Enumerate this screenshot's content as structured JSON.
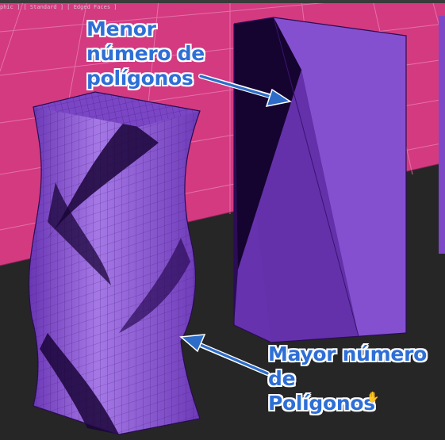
{
  "viewport": {
    "label": "phic ] [ Standard ] [ Edged Faces ]",
    "colors": {
      "grid_plane": "#d43a80",
      "grid_line": "#e67ab0",
      "floor": "#262626",
      "object_light": "#a06ee0",
      "object_mid": "#7e45c9",
      "object_dark": "#4a1d85",
      "annotation_text": "#2e6fd6",
      "arrow": "#2d6dc9"
    }
  },
  "annotations": {
    "low_poly": {
      "lines": [
        "Menor",
        "número de",
        "polígonos"
      ]
    },
    "high_poly": {
      "lines": [
        "Mayor número",
        "de",
        "Polígonos"
      ]
    }
  },
  "cursor": {
    "icon": "hand-cursor-icon"
  }
}
